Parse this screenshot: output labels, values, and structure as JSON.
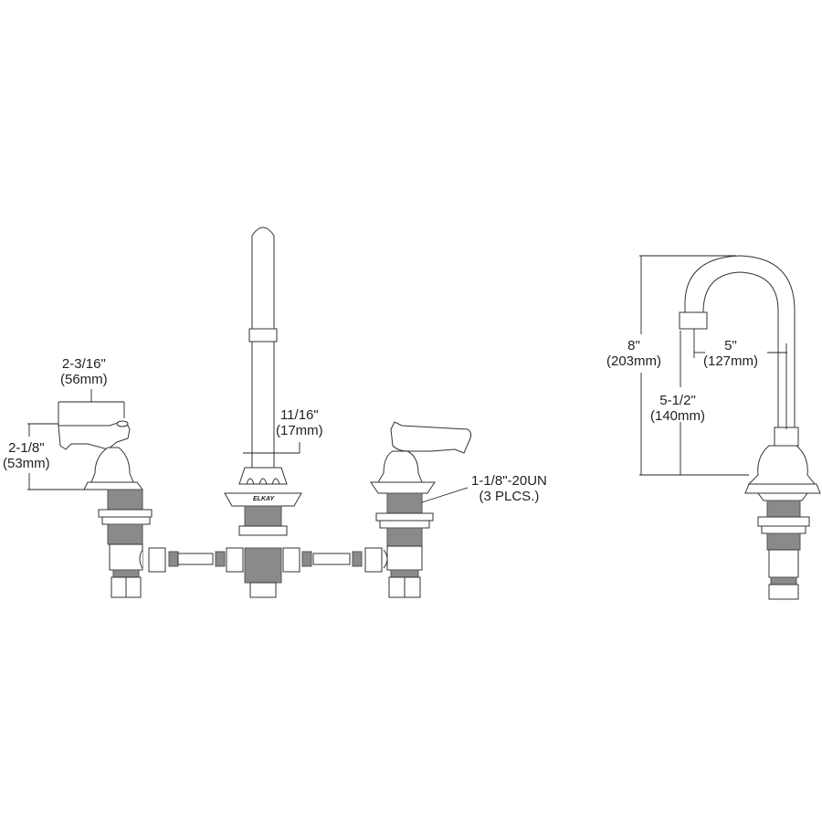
{
  "drawing": {
    "type": "faucet dimension drawing",
    "front_view": {
      "handle_width": {
        "imperial": "2-3/16\"",
        "metric": "(56mm)"
      },
      "handle_height": {
        "imperial": "2-1/8\"",
        "metric": "(53mm)"
      },
      "spout_diameter": {
        "imperial": "11/16\"",
        "metric": "(17mm)"
      },
      "thread_spec": {
        "line1": "1-1/8\"-20UN",
        "line2": "(3 PLCS.)"
      },
      "brand_mark": "ELKAY"
    },
    "side_view": {
      "overall_height": {
        "imperial": "8\"",
        "metric": "(203mm)"
      },
      "spout_reach": {
        "imperial": "5\"",
        "metric": "(127mm)"
      },
      "spout_clearance": {
        "imperial": "5-1/2\"",
        "metric": "(140mm)"
      }
    }
  }
}
